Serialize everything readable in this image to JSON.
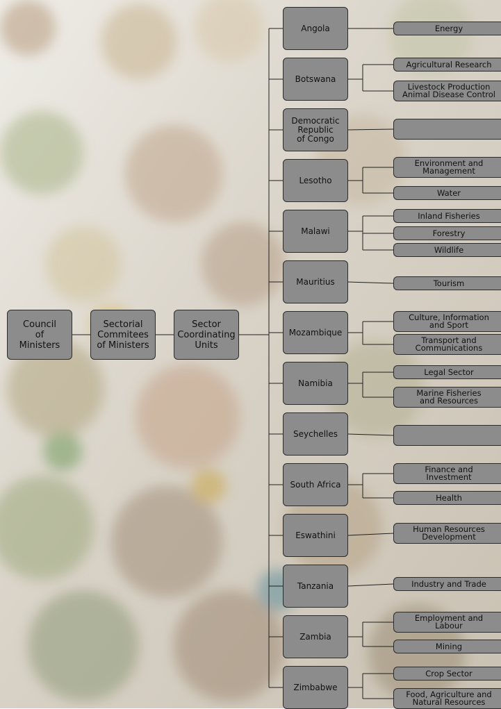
{
  "hierarchy": {
    "council": "Council\nof\nMinisters",
    "sectorial": "Sectorial\nCommitees\nof Ministers",
    "coordinating": "Sector\nCoordinating\nUnits"
  },
  "countries": [
    {
      "name": "Angola",
      "units": [
        "Energy"
      ]
    },
    {
      "name": "Botswana",
      "units": [
        "Agricultural Research",
        "Livestock Production\nAnimal Disease Control"
      ]
    },
    {
      "name": "Democratic\nRepublic\nof Congo",
      "units": [
        ""
      ]
    },
    {
      "name": "Lesotho",
      "units": [
        "Environment and\nManagement",
        "Water"
      ]
    },
    {
      "name": "Malawi",
      "units": [
        "Inland Fisheries",
        "Forestry",
        "Wildlife"
      ]
    },
    {
      "name": "Mauritius",
      "units": [
        "Tourism"
      ]
    },
    {
      "name": "Mozambique",
      "units": [
        "Culture, Information\nand Sport",
        "Transport and\nCommunications"
      ]
    },
    {
      "name": "Namibia",
      "units": [
        "Legal Sector",
        "Marine Fisheries\nand Resources"
      ]
    },
    {
      "name": "Seychelles",
      "units": [
        ""
      ]
    },
    {
      "name": "South Africa",
      "units": [
        "Finance and\nInvestment",
        "Health"
      ]
    },
    {
      "name": "Eswathini",
      "units": [
        "Human Resources\nDevelopment"
      ]
    },
    {
      "name": "Tanzania",
      "units": [
        "Industry and Trade"
      ]
    },
    {
      "name": "Zambia",
      "units": [
        "Employment and\nLabour",
        "Mining"
      ]
    },
    {
      "name": "Zimbabwe",
      "units": [
        "Crop Sector",
        "Food, Agriculture and\nNatural Resources"
      ]
    }
  ]
}
